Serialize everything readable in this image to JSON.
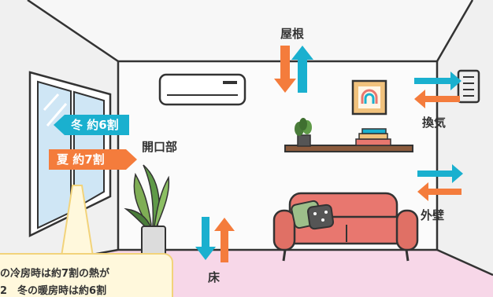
{
  "labels": {
    "roof": "屋根",
    "ventilation": "換気",
    "opening": "開口部",
    "outer_wall": "外壁",
    "floor": "床"
  },
  "tags": {
    "winter": "冬  約6割",
    "summer": "夏  約7割"
  },
  "callout": {
    "line1": "の冷房時は約7割の熱が",
    "line2": "2　冬の暖房時は約6割"
  },
  "colors": {
    "heat_in": "#f47c3c",
    "heat_out": "#1ab0cf",
    "floor": "#f7d7e8",
    "sofa": "#e8776f",
    "callout_bg": "#fff8dc"
  }
}
